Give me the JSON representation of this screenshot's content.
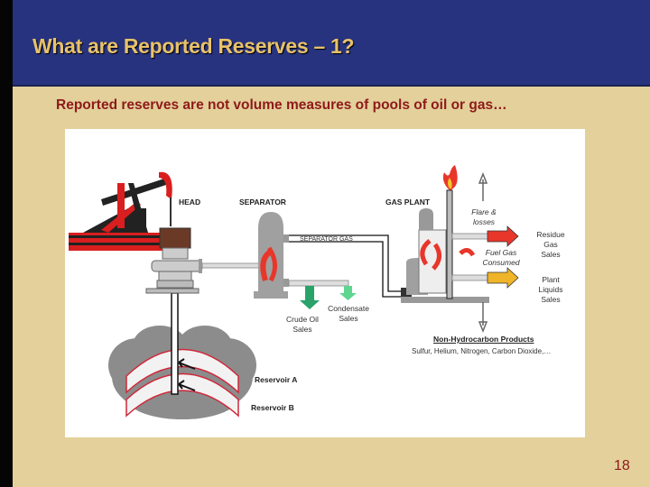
{
  "slide": {
    "title": "What are Reported Reserves – 1?",
    "subtitle": "Reported reserves are not volume measures of pools of oil or gas…",
    "page_number": "18"
  },
  "diagram": {
    "labels": {
      "head": "HEAD",
      "separator": "SEPARATOR",
      "gas_plant": "GAS PLANT",
      "separator_gas": "SEPARATOR GAS",
      "crude_oil_sales_1": "Crude Oil",
      "crude_oil_sales_2": "Sales",
      "condensate_sales_1": "Condensate",
      "condensate_sales_2": "Sales",
      "flare_1": "Flare &",
      "flare_2": "losses",
      "fuel_gas_1": "Fuel Gas",
      "fuel_gas_2": "Consumed",
      "residue_1": "Residue",
      "residue_2": "Gas",
      "residue_3": "Sales",
      "plant_liquids_1": "Plant",
      "plant_liquids_2": "Liquids",
      "plant_liquids_3": "Sales",
      "non_hc_title": "Non-Hydrocarbon Products",
      "non_hc_list": "Sulfur, Helium, Nitrogen, Carbon Dioxide,…",
      "reservoir_a": "Reservoir A",
      "reservoir_b": "Reservoir B"
    },
    "colors": {
      "residue_arrow": "#e8362a",
      "liquids_arrow": "#f0b429",
      "crude_arrow": "#2aa36b",
      "condensate_arrow": "#5ed68f",
      "reservoir_outline": "#d0283a",
      "pumpjack": "#d81e1e"
    }
  }
}
